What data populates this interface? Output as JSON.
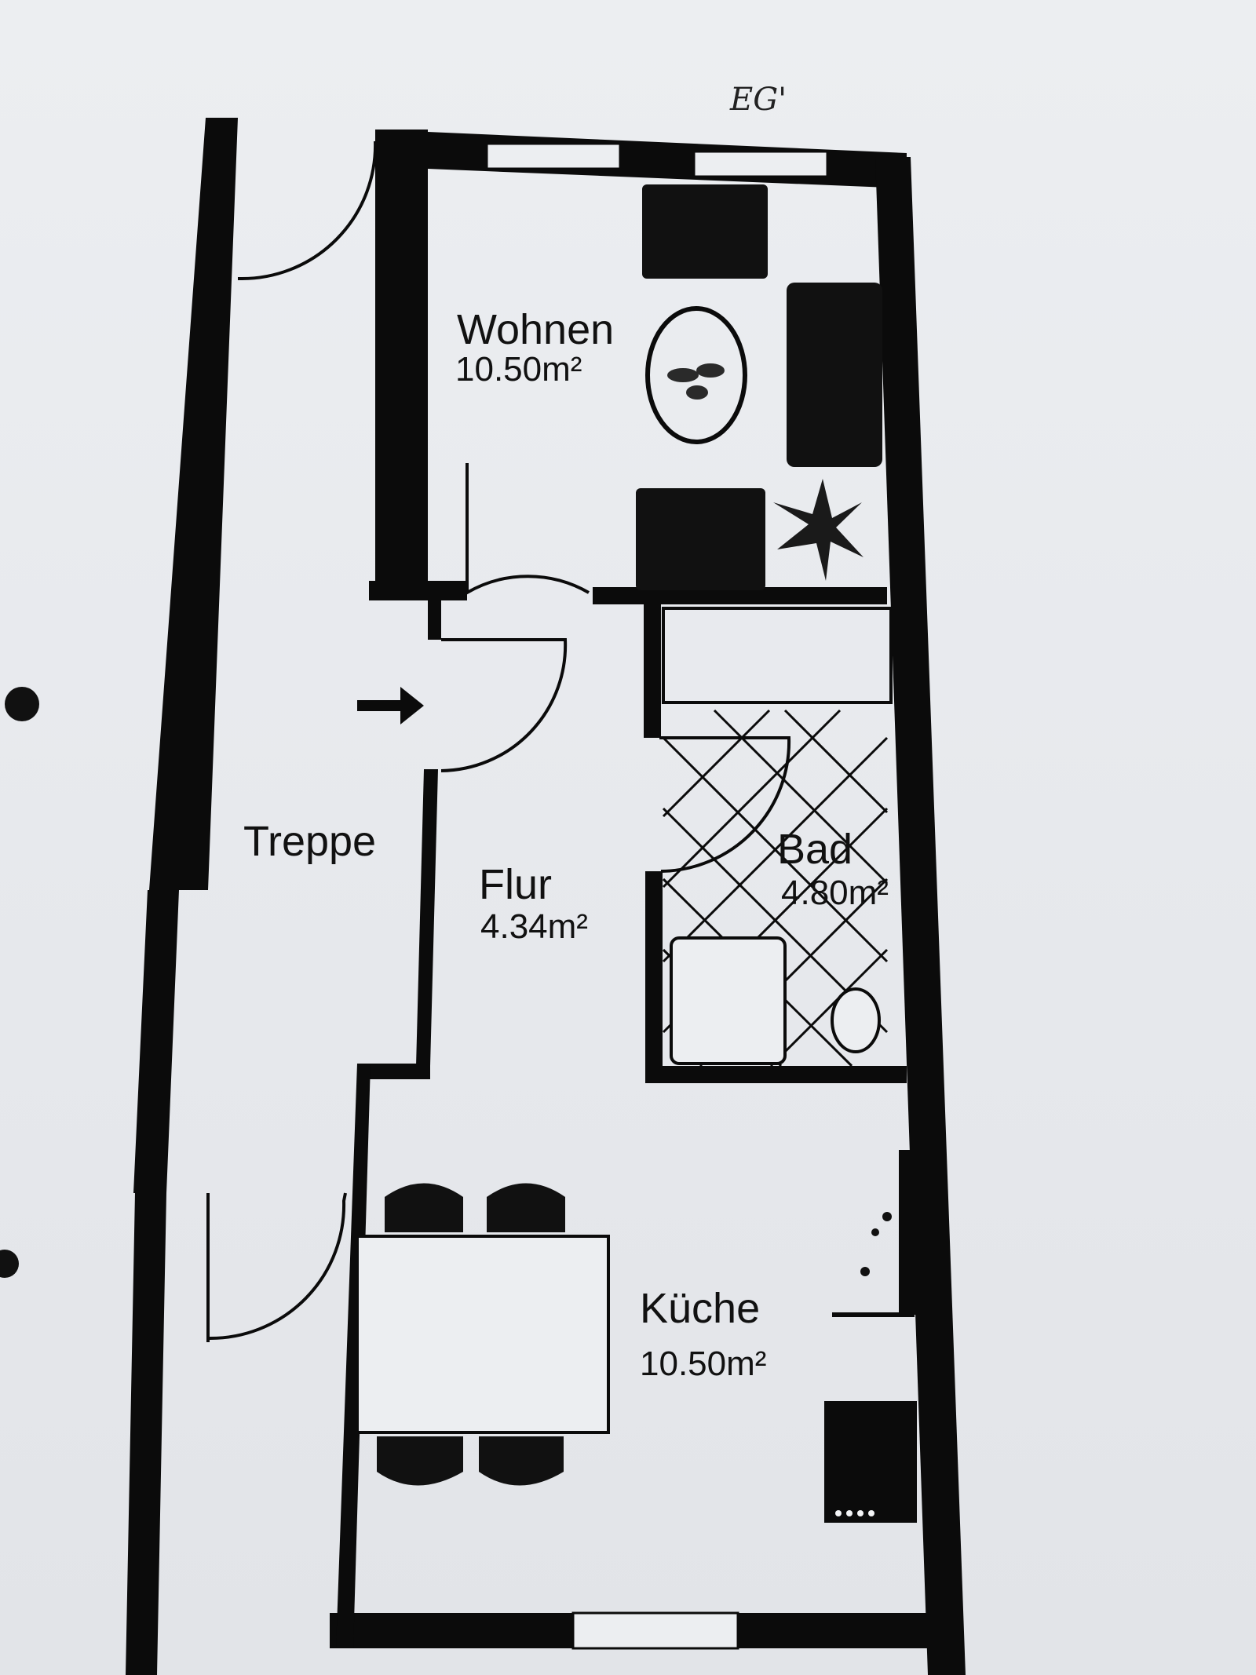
{
  "plan": {
    "floor_note": "EG'",
    "rooms": [
      {
        "name": "Wohnen",
        "area": "10.50m²"
      },
      {
        "name": "Flur",
        "area": "4.34m²"
      },
      {
        "name": "Bad",
        "area": "4.80m²"
      },
      {
        "name": "Küche",
        "area": "10.50m²"
      }
    ],
    "stair_label": "Treppe",
    "colors": {
      "wall": "#0b0b0b",
      "paper": "#eceef1"
    }
  }
}
